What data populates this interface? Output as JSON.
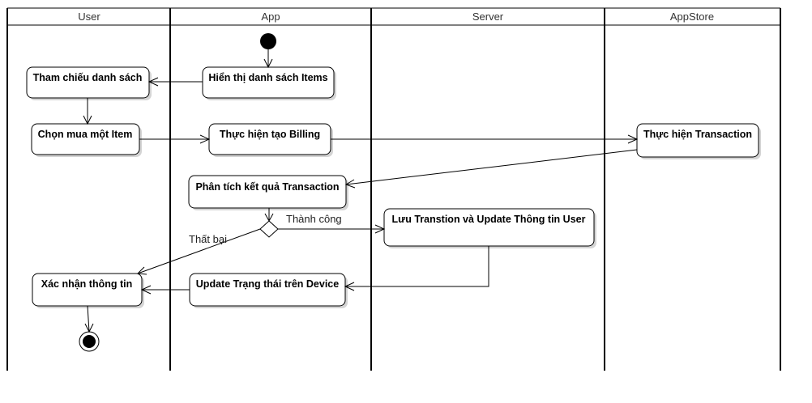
{
  "lanes": [
    "User",
    "App",
    "Server",
    "AppStore"
  ],
  "activities": {
    "tham_chieu": "Tham chiếu danh sách",
    "hien_thi": "Hiển thị danh sách Items",
    "chon_mua": "Chọn mua một Item",
    "tao_billing": "Thực hiện tạo Billing",
    "thuc_hien_transaction": "Thực hiện Transaction",
    "phan_tich": "Phân tích kết quả Transaction",
    "luu_transtion": "Lưu Transtion và Update Thông tin User",
    "update_trang_thai": "Update Trạng thái trên Device",
    "xac_nhan": "Xác nhận thông tin"
  },
  "guards": {
    "success": "Thành công",
    "failure": "Thất bại"
  }
}
